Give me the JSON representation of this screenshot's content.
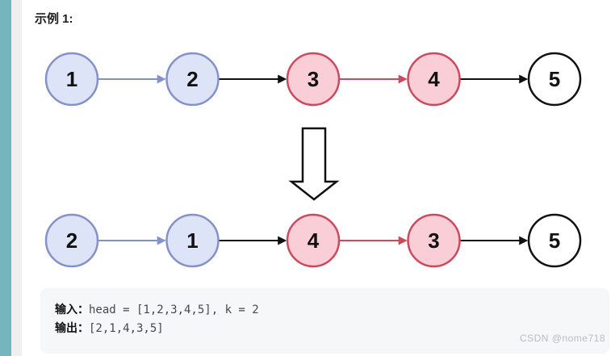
{
  "page": {
    "title": "示例 1:",
    "watermark": "CSDN @nome718"
  },
  "colors": {
    "accent_bar": "#74b6bb",
    "blue_fill": "#dde4f8",
    "blue_stroke": "#8591c9",
    "pink_fill": "#f9ced6",
    "pink_stroke": "#cc4a5e",
    "black": "#111111",
    "white_fill": "#ffffff",
    "code_bg": "#f6f7f8"
  },
  "diagram": {
    "description": "Linked list reversed in groups of k=2",
    "rows": [
      {
        "name": "list-before",
        "nodes": [
          {
            "label": "1",
            "style": "blue"
          },
          {
            "label": "2",
            "style": "blue"
          },
          {
            "label": "3",
            "style": "pink"
          },
          {
            "label": "4",
            "style": "pink"
          },
          {
            "label": "5",
            "style": "white"
          }
        ],
        "arrows": [
          "blue",
          "black",
          "red",
          "black"
        ]
      },
      {
        "name": "list-after",
        "nodes": [
          {
            "label": "2",
            "style": "blue"
          },
          {
            "label": "1",
            "style": "blue"
          },
          {
            "label": "4",
            "style": "pink"
          },
          {
            "label": "3",
            "style": "pink"
          },
          {
            "label": "5",
            "style": "white"
          }
        ],
        "arrows": [
          "blue",
          "black",
          "red",
          "black"
        ]
      }
    ],
    "transform_arrow": "down-block-arrow"
  },
  "code_block": {
    "lines": [
      {
        "label": "输入：",
        "code": "head = [1,2,3,4,5], k = 2"
      },
      {
        "label": "输出：",
        "code": "[2,1,4,3,5]"
      }
    ]
  }
}
